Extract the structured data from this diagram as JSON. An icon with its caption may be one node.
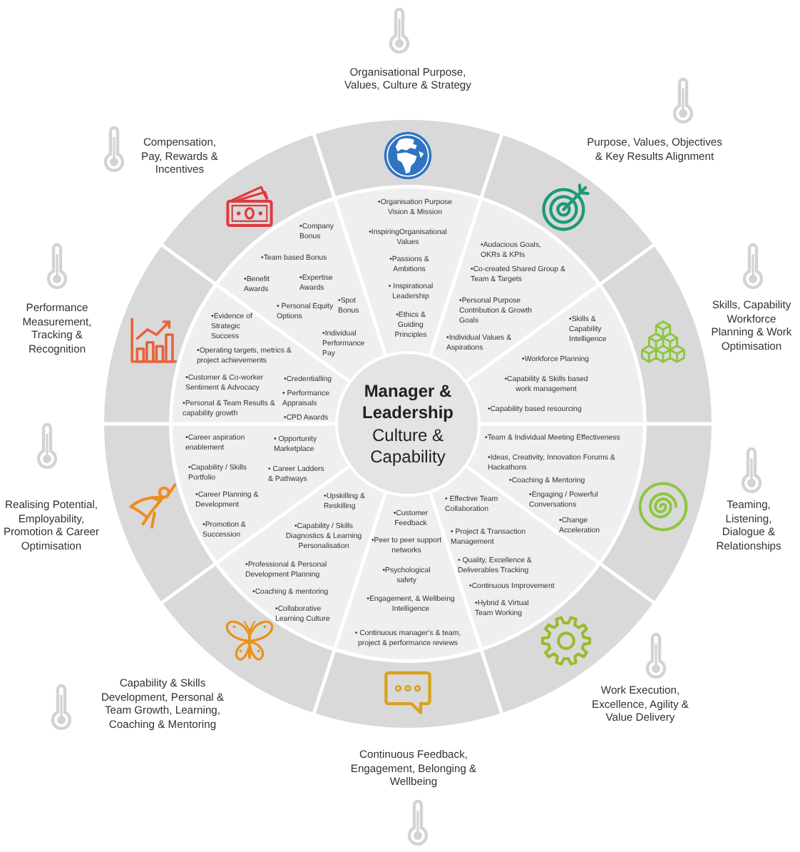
{
  "diagram": {
    "nodes": [
      {
        "text": [
          "Manager & Leadership",
          "Culture & Capability"
        ]
      },
      {
        "text": [
          "•Organisation Purpose Vision & Mission",
          "•InspiringOrganisational Values",
          "•Passions & Ambitions",
          "• Inspirational Leadership",
          "•Ethics & Guiding Principles"
        ],
        "beside": [
          "Organisational Purpose, Values, Culture & Strategy"
        ]
      },
      {
        "text": [
          "•Audacious Goals, OKRs & KPIs",
          "•Co-created Shared Group & Team & Targets",
          "•Personal Purpose Contribution & Growth Goals",
          "•Individual Values & Aspirations"
        ],
        "beside": [
          "Purpose, Values, Objectives & Key Results Alignment"
        ]
      },
      {
        "text": [
          "•Skills & Capability Intelligence",
          "•Workforce Planning",
          "•Capability & Skills based work management",
          "•Capability based resourcing"
        ],
        "beside": [
          "Skills, Capability Workforce Planning & Work Optimisation"
        ]
      },
      {
        "text": [
          "•Team & Individual Meeting Effectiveness",
          "•Ideas, Creativity, Innovation Forums & Hackathons",
          "•Coaching & Mentoring",
          "•Engaging / Powerful Conversations",
          "•Change Acceleration"
        ],
        "beside": [
          "Teaming, Listening, Dialogue & Relationships"
        ]
      },
      {
        "text": [
          "• Effective Team Collaboration",
          "• Project & Transaction Management",
          "• Quality, Excellence & Deliverables Tracking",
          "•Continuous Improvement",
          "•Hybrid & Virtual Team Working"
        ],
        "beside": [
          "Work Execution, Excellence, Agility & Value Delivery"
        ]
      },
      {
        "text": [
          "•Customer Feedback",
          "•Peer to peer support networks",
          "•Psychological safety",
          "•Engagement, & Wellbeing Intelligence",
          "• Continuous manager's & team, project & performance reviews"
        ],
        "beside": [
          "Continuous Feedback, Engagement, Belonging & Wellbeing"
        ]
      },
      {
        "text": [
          "•Upskilling & Reskilling",
          "•Capability / Skills Diagnostics & Learning Personalisation",
          "•Professional & Personal Development Planning",
          "•Coaching & mentoring",
          "•Collaborative Learning Culture"
        ],
        "beside": [
          "Capability & Skills Development, Personal & Team Growth, Learning, Coaching & Mentoring"
        ]
      },
      {
        "text": [
          "•Career aspiration enablement",
          "• Opportunity Marketplace",
          "•Capability / Skills Portfolio",
          "• Career Ladders & Pathways",
          "•Career Planning & Development",
          "•Promotion & Succession"
        ],
        "beside": [
          "Realising Potential, Employability, Promotion & Career Optimisation"
        ]
      },
      {
        "text": [
          "•Evidence of Strategic Success",
          "•Operating targets, metrics & project achievements",
          "•Customer & Co-worker Sentiment & Advocacy",
          "•Credentialling",
          "• Performance Appraisals",
          "•Personal & Team Results & capability growth",
          "•CPD Awards"
        ],
        "beside": [
          "Performance Measurement, Tracking & Recognition"
        ]
      },
      {
        "text": [
          "•Company Bonus",
          "•Team based Bonus",
          "•Benefit Awards",
          "•Expertise Awards",
          "• Personal Equity Options",
          "•Spot Bonus",
          "•Individual Performance Pay"
        ],
        "beside": [
          "Compensation, Pay, Rewards & Incentives"
        ]
      }
    ]
  }
}
